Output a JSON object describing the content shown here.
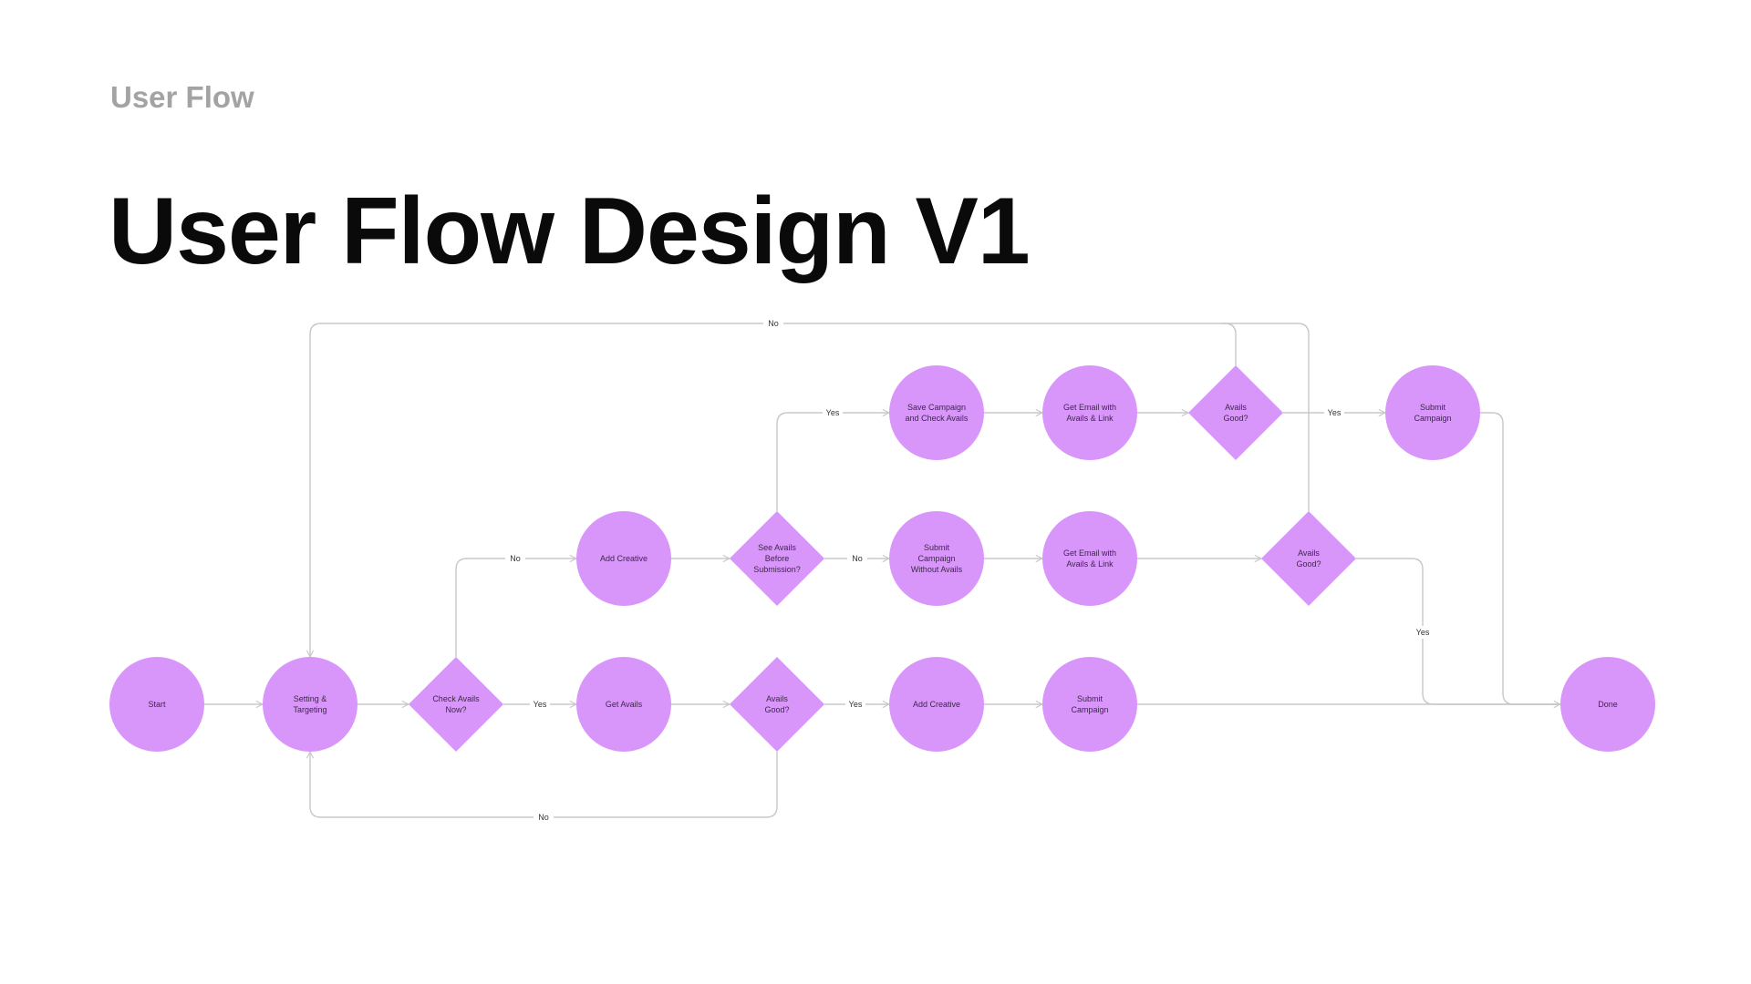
{
  "header": {
    "eyebrow": "User Flow",
    "title": "User Flow Design V1"
  },
  "colors": {
    "node_fill": "#d896fb",
    "connector": "#c8c8c8",
    "label_bg": "#ffffff"
  },
  "nodes": [
    {
      "id": "start",
      "shape": "circle",
      "lines": [
        "Start"
      ]
    },
    {
      "id": "setting",
      "shape": "circle",
      "lines": [
        "Setting &",
        "Targeting"
      ]
    },
    {
      "id": "check-avails",
      "shape": "diamond",
      "lines": [
        "Check Avails",
        "Now?"
      ]
    },
    {
      "id": "get-avails",
      "shape": "circle",
      "lines": [
        "Get Avails"
      ]
    },
    {
      "id": "avails-good-1",
      "shape": "diamond",
      "lines": [
        "Avails",
        "Good?"
      ]
    },
    {
      "id": "add-creative-1",
      "shape": "circle",
      "lines": [
        "Add Creative"
      ]
    },
    {
      "id": "submit-campaign-1",
      "shape": "circle",
      "lines": [
        "Submit",
        "Campaign"
      ]
    },
    {
      "id": "done",
      "shape": "circle",
      "lines": [
        "Done"
      ]
    },
    {
      "id": "add-creative-2",
      "shape": "circle",
      "lines": [
        "Add Creative"
      ]
    },
    {
      "id": "see-avails",
      "shape": "diamond",
      "lines": [
        "See Avails",
        "Before",
        "Submission?"
      ]
    },
    {
      "id": "submit-without",
      "shape": "circle",
      "lines": [
        "Submit",
        "Campaign",
        "Without Avails"
      ]
    },
    {
      "id": "email-2",
      "shape": "circle",
      "lines": [
        "Get Email with",
        "Avails & Link"
      ]
    },
    {
      "id": "avails-good-2",
      "shape": "diamond",
      "lines": [
        "Avails",
        "Good?"
      ]
    },
    {
      "id": "save-campaign",
      "shape": "circle",
      "lines": [
        "Save Campaign",
        "and Check Avails"
      ]
    },
    {
      "id": "email-1",
      "shape": "circle",
      "lines": [
        "Get Email with",
        "Avails & Link"
      ]
    },
    {
      "id": "avails-good-3",
      "shape": "diamond",
      "lines": [
        "Avails",
        "Good?"
      ]
    },
    {
      "id": "submit-campaign-2",
      "shape": "circle",
      "lines": [
        "Submit",
        "Campaign"
      ]
    }
  ],
  "edges": [
    {
      "id": "start-to-setting",
      "label": ""
    },
    {
      "id": "setting-to-check",
      "label": ""
    },
    {
      "id": "check-to-get-avails",
      "label": "Yes"
    },
    {
      "id": "get-avails-to-good1",
      "label": ""
    },
    {
      "id": "good1-to-add-creative",
      "label": "Yes"
    },
    {
      "id": "add-creative-to-submit",
      "label": ""
    },
    {
      "id": "submit-to-done",
      "label": ""
    },
    {
      "id": "good1-no-loop",
      "label": "No"
    },
    {
      "id": "check-no-to-add-creative",
      "label": "No"
    },
    {
      "id": "add-creative-to-see-avails",
      "label": ""
    },
    {
      "id": "see-avails-no",
      "label": "No"
    },
    {
      "id": "submit-without-to-email",
      "label": ""
    },
    {
      "id": "email2-to-good2",
      "label": ""
    },
    {
      "id": "good2-yes-to-done",
      "label": "Yes"
    },
    {
      "id": "see-avails-yes",
      "label": "Yes"
    },
    {
      "id": "save-to-email1",
      "label": ""
    },
    {
      "id": "email1-to-good3",
      "label": ""
    },
    {
      "id": "good3-yes",
      "label": "Yes"
    },
    {
      "id": "submit2-to-done",
      "label": ""
    },
    {
      "id": "no-loop-top",
      "label": "No"
    },
    {
      "id": "good2-no-up",
      "label": ""
    }
  ]
}
